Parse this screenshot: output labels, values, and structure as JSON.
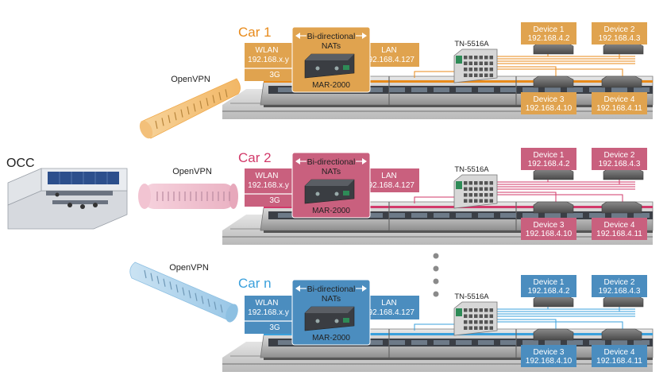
{
  "occ_label": "OCC",
  "vpn_label": "OpenVPN",
  "switch_label": "TN-5516A",
  "router_label": "MAR-2000",
  "nat_label": [
    "Bi-directional",
    "NATs"
  ],
  "nat_arrows": "⟵ ⟶",
  "wlan_label": "WLAN",
  "wlan_ip": "192.168.x.y",
  "g3_label": "3G",
  "lan_label": "LAN",
  "lan_ip": "192.168.4.127",
  "colors": {
    "orange": "#e0a34f",
    "orange_dark": "#e88a1a",
    "pink": "#c9607e",
    "pink_dark": "#d23a6a",
    "blue": "#4b8dbf",
    "blue_dark": "#3aa0dc"
  },
  "devices": [
    {
      "name": "Device 1",
      "ip": "192.168.4.2"
    },
    {
      "name": "Device 2",
      "ip": "192.168.4.3"
    },
    {
      "name": "Device 3",
      "ip": "192.168.4.10"
    },
    {
      "name": "Device 4",
      "ip": "192.168.4.11"
    }
  ],
  "cars": [
    {
      "title": "Car 1",
      "theme": "orange"
    },
    {
      "title": "Car 2",
      "theme": "pink"
    },
    {
      "title": "Car n",
      "theme": "blue"
    }
  ]
}
